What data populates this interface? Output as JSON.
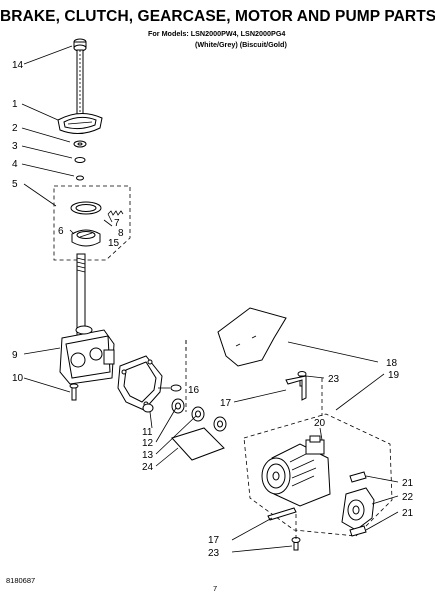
{
  "header": {
    "title": "BRAKE, CLUTCH, GEARCASE, MOTOR AND PUMP PARTS",
    "models_line": "For Models: LSN2000PW4, LSN2000PG4",
    "colors_line": "(White/Grey)  (Biscuit/Gold)"
  },
  "footer": {
    "part_number": "8180687",
    "page_number": "7"
  },
  "callouts": {
    "c1": "1",
    "c2": "2",
    "c3": "3",
    "c4": "4",
    "c5": "5",
    "c6": "6",
    "c7": "7",
    "c8": "8",
    "c9": "9",
    "c10": "10",
    "c11": "11",
    "c12": "12",
    "c13": "13",
    "c14": "14",
    "c15": "15",
    "c16": "16",
    "c17a": "17",
    "c17b": "17",
    "c18": "18",
    "c19": "19",
    "c20": "20",
    "c21a": "21",
    "c21b": "21",
    "c22": "22",
    "c23a": "23",
    "c23b": "23",
    "c24": "24"
  }
}
